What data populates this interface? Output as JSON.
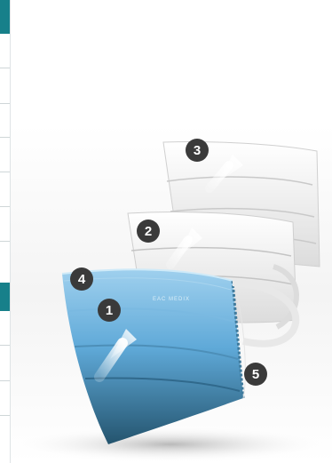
{
  "illustration": {
    "layers": [
      {
        "id": 1,
        "label": "1"
      },
      {
        "id": 2,
        "label": "2"
      },
      {
        "id": 3,
        "label": "3"
      },
      {
        "id": 4,
        "label": "4"
      },
      {
        "id": 5,
        "label": "5"
      }
    ],
    "mask_brand_text": "EAC MEDIX"
  },
  "colors": {
    "accent": "#17808a",
    "mask_blue": "#5fa9d8",
    "badge": "#3a3a3a"
  }
}
